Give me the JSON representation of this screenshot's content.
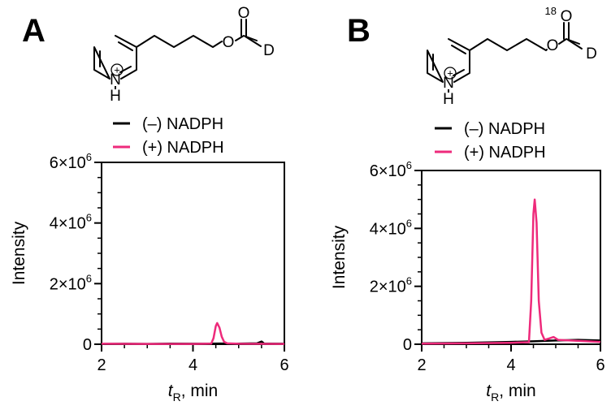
{
  "panels": [
    {
      "letter": "A",
      "molecule": {
        "ring_n": "N",
        "ring_h": "H",
        "charge": "+",
        "ester_o": "O",
        "carbonyl_o": "O",
        "carbonyl_label_prefix": "",
        "deuterium": "D"
      }
    },
    {
      "letter": "B",
      "molecule": {
        "ring_n": "N",
        "ring_h": "H",
        "charge": "+",
        "ester_o": "O",
        "carbonyl_o": "O",
        "carbonyl_label_prefix": "18",
        "deuterium": "D"
      }
    }
  ],
  "colors": {
    "minus_nadph": "#000000",
    "plus_nadph": "#ee2a7b",
    "axis": "#000000"
  },
  "chart_data": [
    {
      "type": "line",
      "xlabel": "tR, min",
      "xlabel_parts": {
        "italic": "t",
        "sub": "R",
        "rest": ", min"
      },
      "ylabel": "Intensity",
      "xlim": [
        2,
        6
      ],
      "ylim": [
        0,
        6000000
      ],
      "x_ticks": [
        {
          "value": 2,
          "label": "2"
        },
        {
          "value": 4,
          "label": "4"
        },
        {
          "value": 6,
          "label": "6"
        }
      ],
      "y_ticks": [
        {
          "value": 0,
          "base": "0",
          "exp": ""
        },
        {
          "value": 2000000,
          "base": "2×10",
          "exp": "6"
        },
        {
          "value": 4000000,
          "base": "4×10",
          "exp": "6"
        },
        {
          "value": 6000000,
          "base": "6×10",
          "exp": "6"
        }
      ],
      "legend": {
        "placement": "top",
        "entries": [
          "(–) NADPH",
          "(+) NADPH"
        ]
      },
      "series": [
        {
          "name": "(–) NADPH",
          "x": [
            2.0,
            2.5,
            3.0,
            3.5,
            4.0,
            4.4,
            4.6,
            4.8,
            5.0,
            5.4,
            5.5,
            5.56,
            5.62,
            6.0
          ],
          "values": [
            10000,
            15000,
            10000,
            20000,
            15000,
            20000,
            25000,
            15000,
            20000,
            30000,
            90000,
            20000,
            20000,
            15000
          ]
        },
        {
          "name": "(+) NADPH",
          "x": [
            2.0,
            3.0,
            4.0,
            4.4,
            4.45,
            4.5,
            4.53,
            4.58,
            4.63,
            4.68,
            4.75,
            5.0,
            6.0
          ],
          "values": [
            15000,
            10000,
            10000,
            20000,
            200000,
            600000,
            700000,
            550000,
            250000,
            80000,
            30000,
            15000,
            10000
          ]
        }
      ]
    },
    {
      "type": "line",
      "xlabel": "tR, min",
      "xlabel_parts": {
        "italic": "t",
        "sub": "R",
        "rest": ", min"
      },
      "ylabel": "Intensity",
      "xlim": [
        2,
        6
      ],
      "ylim": [
        0,
        6000000
      ],
      "x_ticks": [
        {
          "value": 2,
          "label": "2"
        },
        {
          "value": 4,
          "label": "4"
        },
        {
          "value": 6,
          "label": "6"
        }
      ],
      "y_ticks": [
        {
          "value": 0,
          "base": "0",
          "exp": ""
        },
        {
          "value": 2000000,
          "base": "2×10",
          "exp": "6"
        },
        {
          "value": 4000000,
          "base": "4×10",
          "exp": "6"
        },
        {
          "value": 6000000,
          "base": "6×10",
          "exp": "6"
        }
      ],
      "legend": {
        "placement": "top",
        "entries": [
          "(–) NADPH",
          "(+) NADPH"
        ]
      },
      "series": [
        {
          "name": "(–) NADPH",
          "x": [
            2.0,
            3.0,
            4.0,
            4.5,
            5.0,
            5.5,
            6.0
          ],
          "values": [
            30000,
            50000,
            80000,
            100000,
            130000,
            150000,
            130000
          ]
        },
        {
          "name": "(+) NADPH",
          "x": [
            2.0,
            3.0,
            4.0,
            4.4,
            4.45,
            4.5,
            4.53,
            4.57,
            4.62,
            4.68,
            4.75,
            4.85,
            4.95,
            5.05,
            6.0
          ],
          "values": [
            20000,
            30000,
            50000,
            70000,
            1500000,
            4500000,
            5000000,
            4200000,
            1500000,
            400000,
            150000,
            200000,
            250000,
            150000,
            80000
          ]
        }
      ]
    }
  ]
}
